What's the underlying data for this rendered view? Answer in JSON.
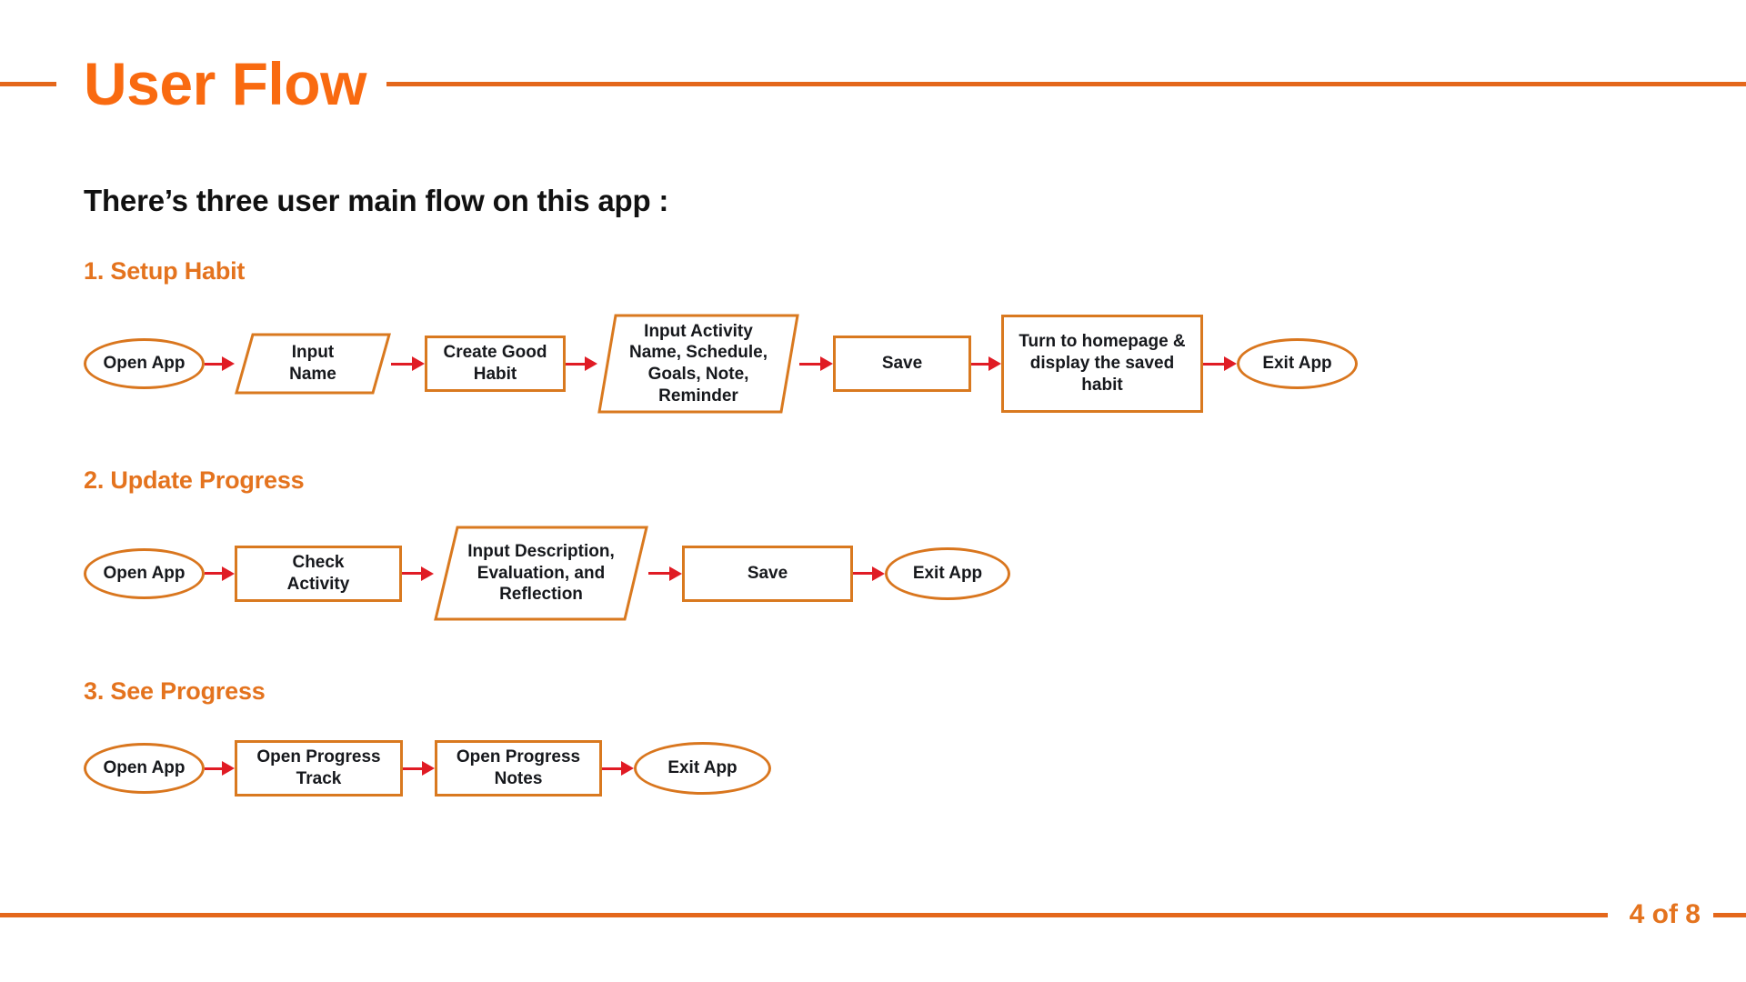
{
  "header": {
    "title": "User Flow"
  },
  "subtitle": "There’s three user main flow on this app :",
  "colors": {
    "title_orange": "#F96A10",
    "rule_orange": "#E4671B",
    "section_orange": "#E4731E",
    "shape_border": "#D9791F",
    "arrow_red": "#E01B24",
    "body_text": "#16181C",
    "background": "#FFFFFF"
  },
  "sections": [
    {
      "heading": "1. Setup Habit",
      "nodes": [
        {
          "label": "Open App",
          "shape": "oval"
        },
        {
          "label": "Input\nName",
          "shape": "parallelogram"
        },
        {
          "label": "Create Good\nHabit",
          "shape": "rectangle"
        },
        {
          "label": "Input Activity\nName, Schedule,\nGoals, Note,\nReminder",
          "shape": "parallelogram"
        },
        {
          "label": "Save",
          "shape": "rectangle"
        },
        {
          "label": "Turn to homepage &\ndisplay the saved\nhabit",
          "shape": "rectangle"
        },
        {
          "label": "Exit App",
          "shape": "oval"
        }
      ]
    },
    {
      "heading": "2. Update Progress",
      "nodes": [
        {
          "label": "Open App",
          "shape": "oval"
        },
        {
          "label": "Check\nActivity",
          "shape": "rectangle"
        },
        {
          "label": "Input Description,\nEvaluation, and\nReflection",
          "shape": "parallelogram"
        },
        {
          "label": "Save",
          "shape": "rectangle"
        },
        {
          "label": "Exit App",
          "shape": "oval"
        }
      ]
    },
    {
      "heading": "3. See Progress",
      "nodes": [
        {
          "label": "Open App",
          "shape": "oval"
        },
        {
          "label": "Open Progress\nTrack",
          "shape": "rectangle"
        },
        {
          "label": "Open Progress\nNotes",
          "shape": "rectangle"
        },
        {
          "label": "Exit App",
          "shape": "oval"
        }
      ]
    }
  ],
  "footer": {
    "page_indicator": "4 of 8"
  }
}
